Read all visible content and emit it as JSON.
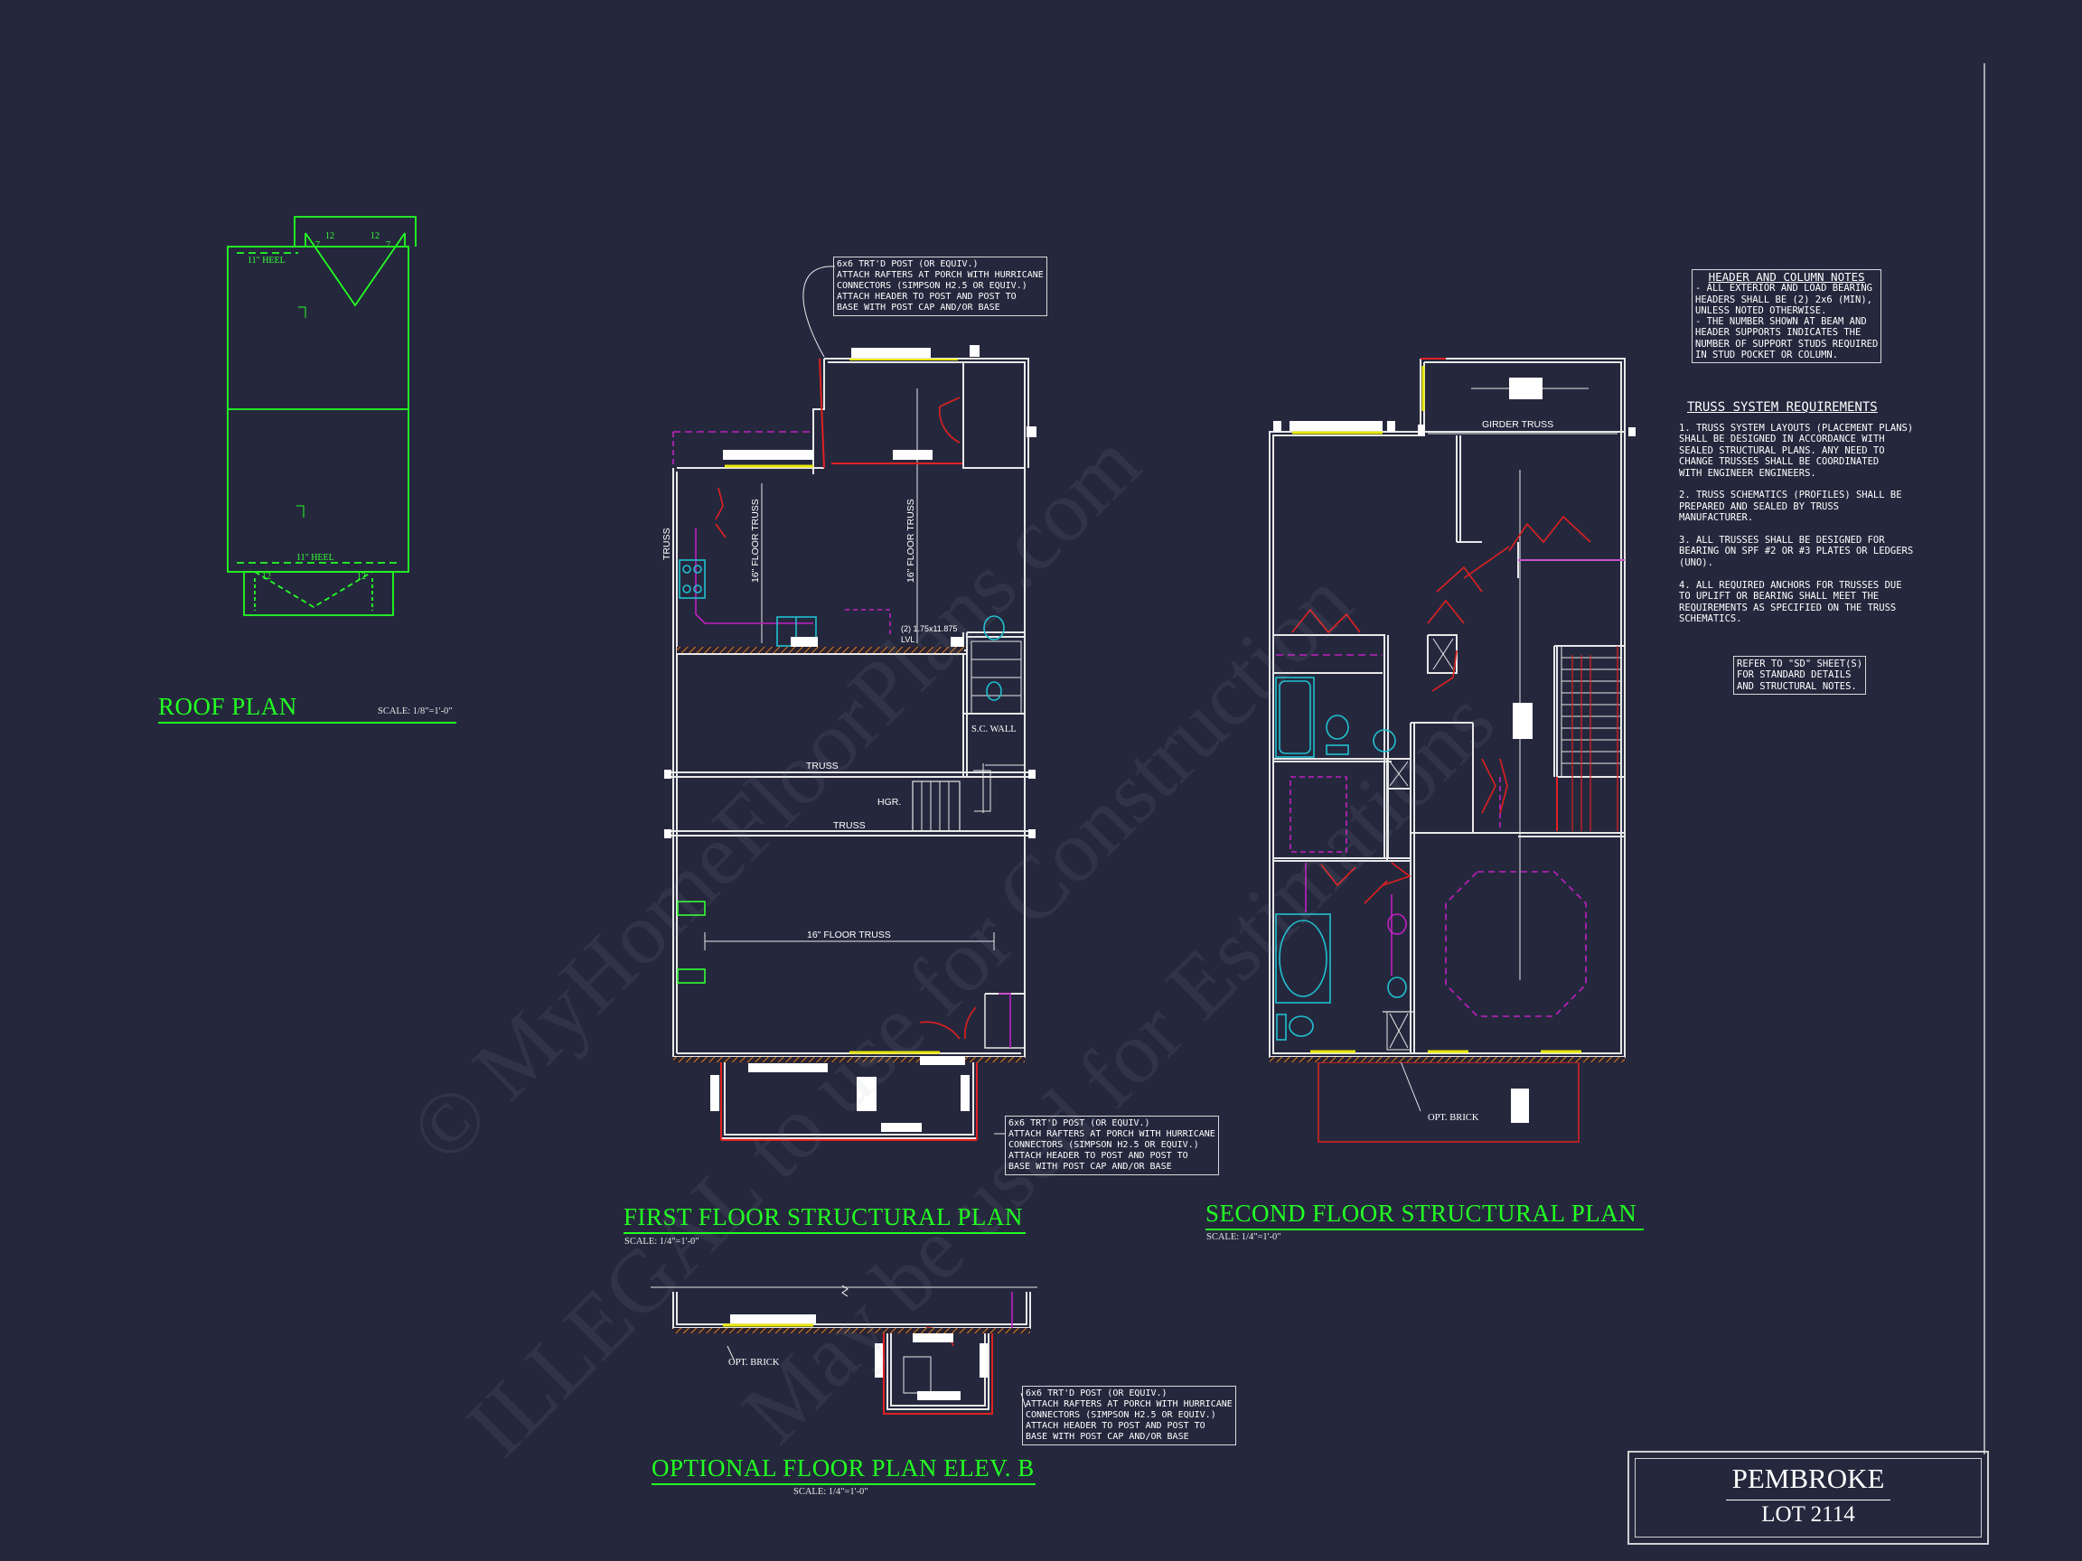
{
  "views": {
    "roof": {
      "title": "ROOF PLAN",
      "scale": "SCALE: 1/8\"=1'-0\"",
      "heel_top": "11\" HEEL",
      "heel_bottom": "11\" HEEL",
      "pitch_12": "12",
      "pitch_7": "7"
    },
    "first": {
      "title": "FIRST FLOOR STRUCTURAL PLAN",
      "scale": "SCALE: 1/4\"=1'-0\""
    },
    "second": {
      "title": "SECOND FLOOR STRUCTURAL PLAN",
      "scale": "SCALE: 1/4\"=1'-0\""
    },
    "optional": {
      "title": "OPTIONAL FLOOR PLAN ELEV. B",
      "scale": "SCALE: 1/4\"=1'-0\""
    }
  },
  "labels": {
    "truss": "TRUSS",
    "floor_truss_16": "16\" FLOOR TRUSS",
    "lvl": "(2) 1.75x11.875\nLVL",
    "sc_wall": "S.C. WALL",
    "hgr": "HGR.",
    "girder_truss": "GIRDER TRUSS",
    "opt_brick": "OPT. BRICK"
  },
  "post_note": "6x6 TRT'D POST (OR EQUIV.)\nATTACH RAFTERS AT PORCH WITH HURRICANE\nCONNECTORS (SIMPSON H2.5 OR EQUIV.)\nATTACH HEADER TO POST AND POST TO\nBASE WITH POST CAP AND/OR BASE",
  "notes": {
    "header_title": "HEADER AND COLUMN NOTES",
    "header_body": "- ALL EXTERIOR AND LOAD BEARING\nHEADERS SHALL BE (2) 2x6 (MIN),\nUNLESS NOTED OTHERWISE.\n- THE NUMBER SHOWN AT BEAM AND\nHEADER SUPPORTS INDICATES THE\nNUMBER OF SUPPORT STUDS REQUIRED\nIN STUD POCKET OR COLUMN.",
    "truss_title": "TRUSS SYSTEM REQUIREMENTS",
    "truss_body": "1. TRUSS SYSTEM LAYOUTS (PLACEMENT PLANS)\nSHALL BE DESIGNED IN ACCORDANCE WITH\nSEALED STRUCTURAL PLANS. ANY NEED TO\nCHANGE TRUSSES SHALL BE COORDINATED\nWITH ENGINEER ENGINEERS.\n\n2. TRUSS SCHEMATICS (PROFILES) SHALL BE\nPREPARED AND SEALED BY TRUSS\nMANUFACTURER.\n\n3. ALL TRUSSES SHALL BE DESIGNED FOR\nBEARING ON SPF #2 OR #3 PLATES OR LEDGERS\n(UNO).\n\n4. ALL REQUIRED ANCHORS FOR TRUSSES DUE\nTO UPLIFT OR BEARING SHALL MEET THE\nREQUIREMENTS AS SPECIFIED ON THE TRUSS\nSCHEMATICS.",
    "refer": "REFER TO \"SD\" SHEET(S)\nFOR STANDARD DETAILS\nAND STRUCTURAL NOTES."
  },
  "watermark": {
    "line1": "© MyHomeFloorPlans.com",
    "line2": "ILLEGAL to use for Construction",
    "line3": "May be used for Estimations"
  },
  "title_block": {
    "name": "PEMBROKE",
    "lot": "LOT 2114"
  },
  "colors": {
    "background": "#25283d",
    "wall": "#e8e8e8",
    "title_green": "#22ff22",
    "door_red": "#e02020",
    "dashed_magenta": "#c020c0",
    "fixture_cyan": "#20c0d0",
    "window_yellow": "#e8e800",
    "hatch_orange": "#d88020"
  }
}
